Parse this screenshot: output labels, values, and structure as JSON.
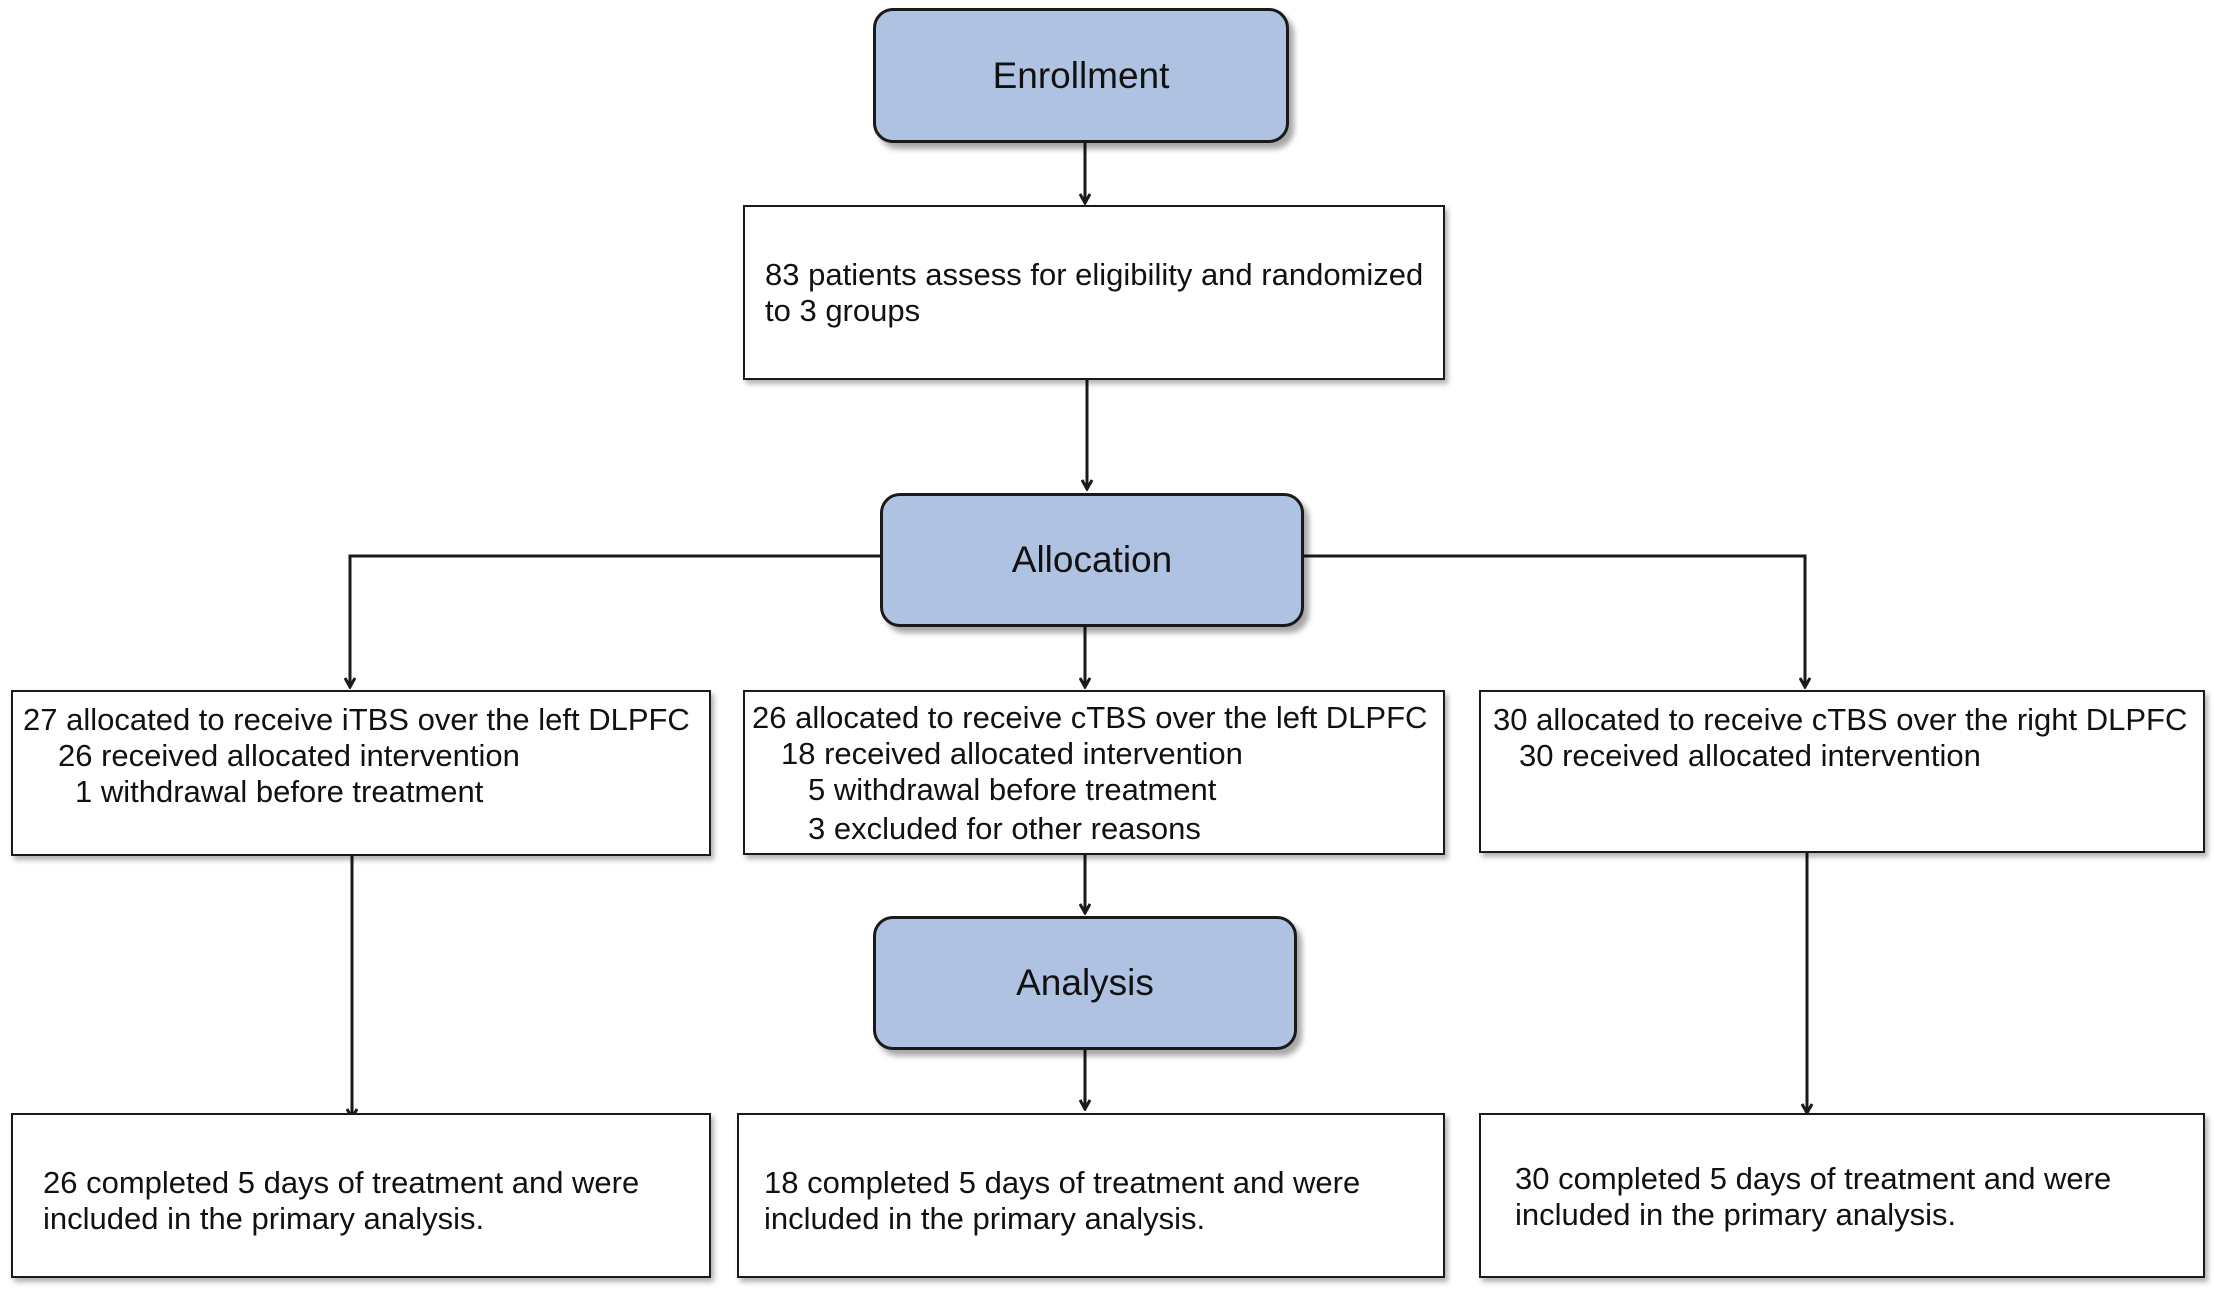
{
  "stages": {
    "enrollment": "Enrollment",
    "allocation": "Allocation",
    "analysis": "Analysis"
  },
  "eligibility": {
    "line1": "83 patients assess for eligibility and randomized",
    "line2": "to 3 groups"
  },
  "groups": [
    {
      "title": "27 allocated to receive iTBS over the left DLPFC",
      "received": "26 received allocated intervention",
      "withdrawal": "1  withdrawal before treatment"
    },
    {
      "title": "26 allocated to receive cTBS over the left DLPFC",
      "received": "18 received allocated intervention",
      "withdrawal": "5 withdrawal before treatment",
      "excluded": "3  excluded for other reasons"
    },
    {
      "title": "30 allocated to receive cTBS over the right DLPFC",
      "received": "30 received allocated intervention"
    }
  ],
  "outcomes": [
    {
      "line1": "26 completed 5 days of treatment and were",
      "line2": "included in the primary analysis."
    },
    {
      "line1": "18 completed 5 days of treatment and were",
      "line2": "included in the primary analysis."
    },
    {
      "line1": "30 completed 5 days of treatment and were",
      "line2": "included in the primary analysis."
    }
  ],
  "colors": {
    "stage_fill": "#afc2e2",
    "stroke": "#1a1a1a"
  }
}
